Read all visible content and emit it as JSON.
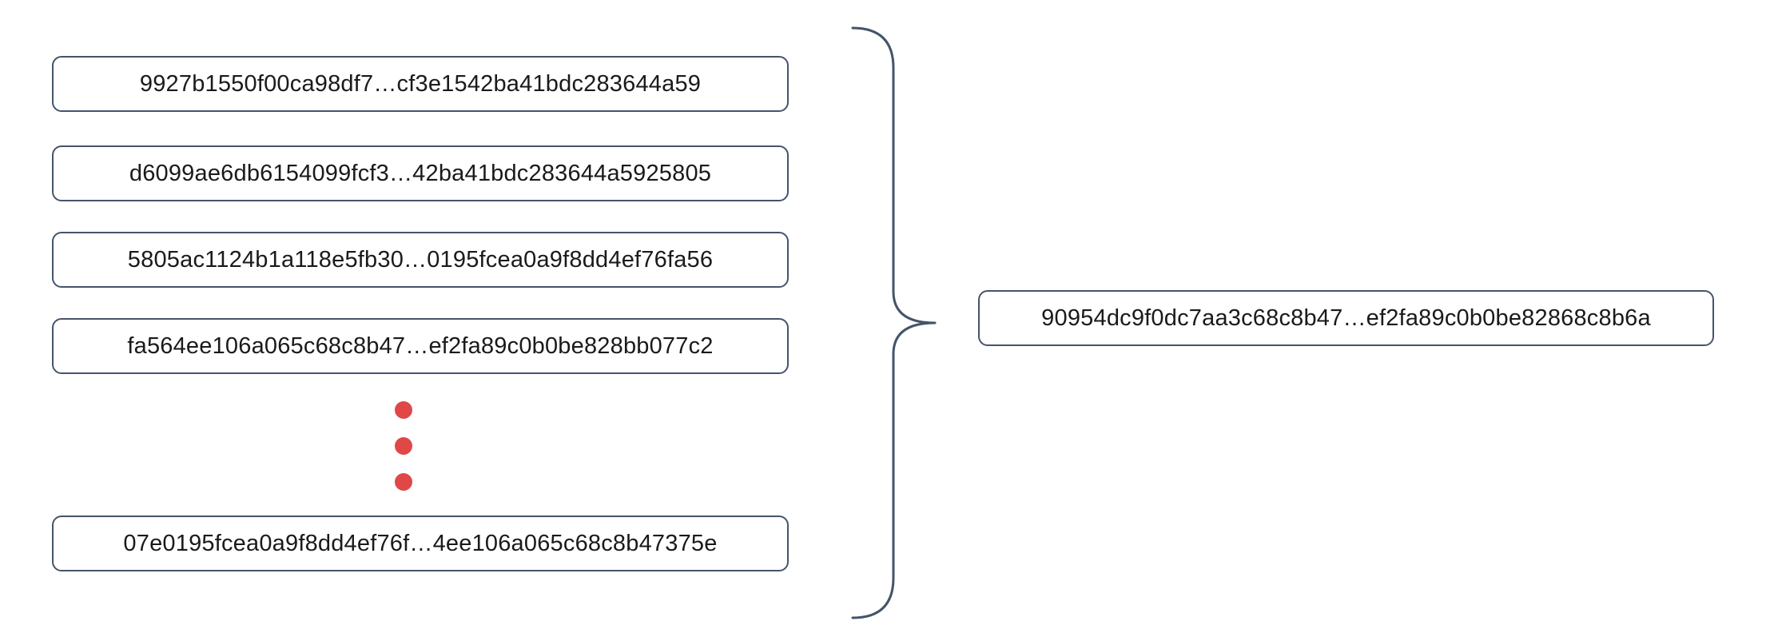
{
  "input_hashes": [
    "9927b1550f00ca98df7…cf3e1542ba41bdc283644a59",
    "d6099ae6db6154099fcf3…42ba41bdc283644a5925805",
    "5805ac1124b1a118e5fb30…0195fcea0a9f8dd4ef76fa56",
    "fa564ee106a065c68c8b47…ef2fa89c0b0be828bb077c2",
    "07e0195fcea0a9f8dd4ef76f…4ee106a065c68c8b47375e"
  ],
  "result_hash": "90954dc9f0dc7aa3c68c8b47…ef2fa89c0b0be82868c8b6a",
  "ellipsis": {
    "dot_count": 3
  },
  "colors": {
    "border": "#44546a",
    "text": "#1a1a1a",
    "dots": "#e04747",
    "background": "#ffffff"
  }
}
